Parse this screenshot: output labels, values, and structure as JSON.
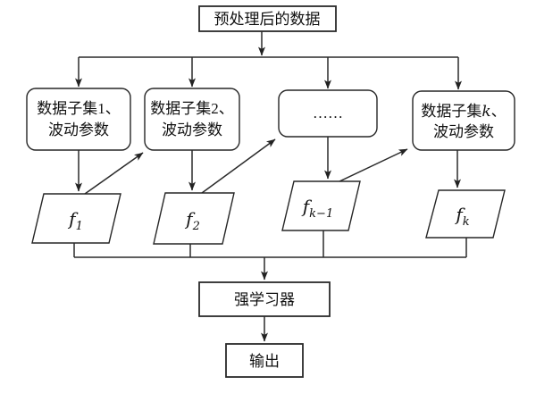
{
  "diagram": {
    "top_box": {
      "label": "预处理后的数据"
    },
    "subset_boxes": [
      {
        "line1_prefix": "数据子集",
        "line1_var": "1",
        "line1_suffix": "、",
        "line2": "波动参数"
      },
      {
        "line1_prefix": "数据子集",
        "line1_var": "2",
        "line1_suffix": "、",
        "line2": "波动参数"
      },
      {
        "label": "……"
      },
      {
        "line1_prefix": "数据子集",
        "line1_var": "k",
        "line1_suffix": "、",
        "line2": "波动参数"
      }
    ],
    "learners": [
      {
        "base": "f",
        "sub": "1"
      },
      {
        "base": "f",
        "sub": "2"
      },
      {
        "base": "f",
        "sub": "k−1"
      },
      {
        "base": "f",
        "sub": "k"
      }
    ],
    "strong_learner": {
      "label": "强学习器"
    },
    "output_box": {
      "label": "输出"
    },
    "colors": {
      "line": "#2a2a2a",
      "text": "#111111",
      "background": "#ffffff"
    }
  }
}
